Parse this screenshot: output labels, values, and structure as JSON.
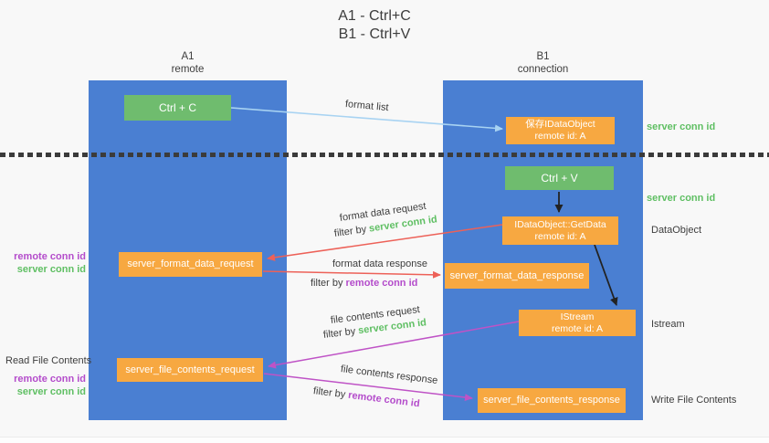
{
  "title": {
    "line1": "A1 - Ctrl+C",
    "line2": "B1 - Ctrl+V"
  },
  "columns": {
    "left": {
      "name": "A1",
      "role": "remote"
    },
    "right": {
      "name": "B1",
      "role": "connection"
    }
  },
  "nodes": {
    "ctrl_c": {
      "label": "Ctrl + C"
    },
    "ctrl_v": {
      "label": "Ctrl + V"
    },
    "save_idataobject": {
      "line1": "保存IDataObject",
      "line2": "remote id: A"
    },
    "getdata": {
      "line1": "IDataObject::GetData",
      "line2": "remote id: A"
    },
    "istream": {
      "line1": "IStream",
      "line2": "remote id: A"
    },
    "server_format_data_request": {
      "label": "server_format_data_request"
    },
    "server_format_data_response": {
      "label": "server_format_data_response"
    },
    "server_file_contents_request": {
      "label": "server_file_contents_request"
    },
    "server_file_contents_response": {
      "label": "server_file_contents_response"
    }
  },
  "flow_labels": {
    "format_list": "format list",
    "format_data_request": "format data request",
    "format_data_response": "format data response",
    "file_contents_request": "file contents request",
    "file_contents_response": "file contents response",
    "filter_by": "filter by ",
    "server_conn_id": "server conn id",
    "remote_conn_id": "remote conn id"
  },
  "side_labels": {
    "server_conn_id_top": "server conn id",
    "server_conn_id_mid": "server conn id",
    "dataobject": "DataObject",
    "istream": "Istream",
    "write_file_contents": "Write File Contents",
    "read_file_contents": "Read File Contents",
    "remote_conn_id": "remote conn id",
    "server_conn_id": "server conn id"
  },
  "colors": {
    "column_blue": "#4a7fd2",
    "box_green": "#6fbc6e",
    "box_orange": "#f7a841",
    "arrow_blue": "#a8d3f2",
    "arrow_black": "#222222",
    "arrow_red": "#ed6158",
    "arrow_magenta": "#bf53c6",
    "text_green": "#5fbf63",
    "text_purple": "#b44ccb",
    "text_dark": "#3d3d3d"
  }
}
